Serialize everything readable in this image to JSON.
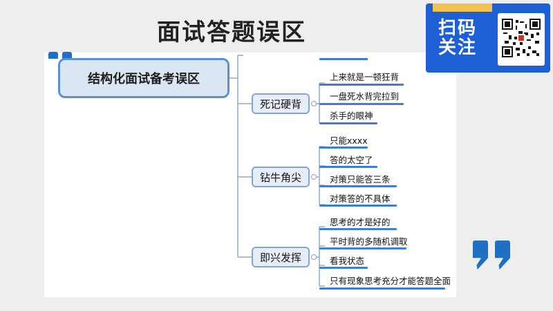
{
  "slide": {
    "title": "面试答题误区"
  },
  "mindmap": {
    "root": "结构化面试备考误区",
    "branches": [
      {
        "label": "死记硬背",
        "leaves": [
          "上来就是一顿狂背",
          "一盘死水背完拉到",
          "杀手的眼神"
        ]
      },
      {
        "label": "钻牛角尖",
        "leaves": [
          "只能xxxx",
          "答的太空了",
          "对策只能答三条",
          "对策答的不具体"
        ]
      },
      {
        "label": "即兴发挥",
        "leaves": [
          "思考的才是好的",
          "平时背的多随机调取",
          "看我状态",
          "只有现象思考充分才能答题全面"
        ]
      }
    ]
  },
  "qr_card": {
    "label": "扫码关注"
  },
  "colors": {
    "accent": "#1f6fc5",
    "root_border": "#5b8fd0",
    "leaf_underline": "#3f7fd0",
    "card": "#1f5fd6"
  }
}
